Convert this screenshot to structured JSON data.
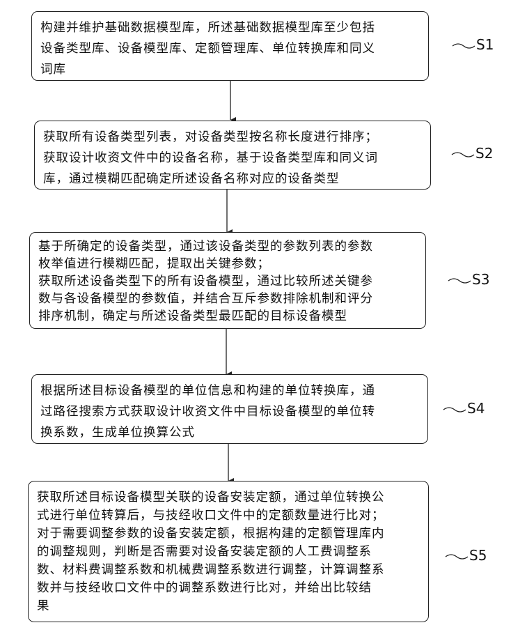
{
  "steps": [
    {
      "id": "S1",
      "lines": [
        "构建并维护基础数据模型库，所述基础数据模型库至少包括",
        "设备类型库、设备模型库、定额管理库、单位转换库和同义",
        "词库"
      ]
    },
    {
      "id": "S2",
      "lines": [
        "获取所有设备类型列表，对设备类型按名称长度进行排序；",
        "获取设计收资文件中的设备名称，基于设备类型库和同义词",
        "库，通过模糊匹配确定所述设备名称对应的设备类型"
      ]
    },
    {
      "id": "S3",
      "lines": [
        "基于所确定的设备类型，通过该设备类型的参数列表的参数",
        "枚举值进行模糊匹配，提取出关键参数；",
        "获取所述设备类型下的所有设备模型，通过比较所述关键参",
        "数与各设备模型的参数值，并结合互斥参数排除机制和评分",
        "排序机制，确定与所述设备类型最匹配的目标设备模型"
      ]
    },
    {
      "id": "S4",
      "lines": [
        "根据所述目标设备模型的单位信息和构建的单位转换库，通",
        "过路径搜索方式获取设计收资文件中目标设备模型的单位转",
        "换系数，生成单位换算公式"
      ]
    },
    {
      "id": "S5",
      "lines": [
        "获取所述目标设备模型关联的设备安装定额，通过单位转换公",
        "式进行单位转算后，与技经收口文件中的定额数量进行比对；",
        "对于需要调整参数的设备安装定额，根据构建的定额管理库内",
        "的调整规则，判断是否需要对设备安装定额的人工费调整系",
        "数、材料费调整系数和机械费调整系数进行调整，计算调整系",
        "数并与技经收口文件中的调整系数进行比对，并给出比较结",
        "果"
      ]
    }
  ]
}
